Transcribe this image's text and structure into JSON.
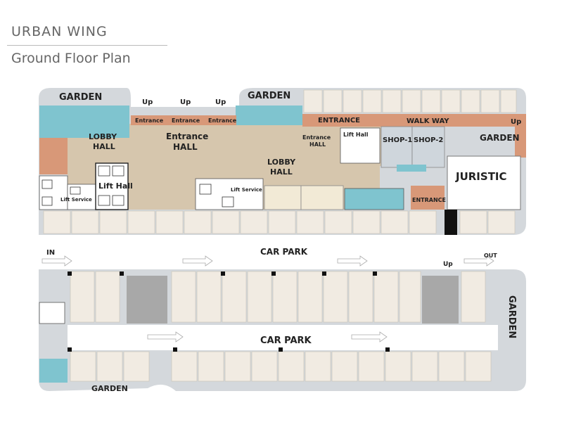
{
  "header": {
    "title": "URBAN WING",
    "subtitle": "Ground Floor Plan"
  },
  "labels": {
    "garden_top_left": "GARDEN",
    "garden_top_mid": "GARDEN",
    "garden_right": "GARDEN",
    "garden_bottom": "GARDEN",
    "garden_vertical": "GARDEN",
    "up_1": "Up",
    "up_2": "Up",
    "up_3": "Up",
    "up_right": "Up",
    "up_ramp": "Up",
    "entrance_1": "Entrance",
    "entrance_2": "Entrance",
    "entrance_3": "Entrance",
    "entrance_main": "ENTRANCE",
    "entrance_lower": "ENTRANCE",
    "walk_way": "WALK WAY",
    "lobby_hall_1_a": "LOBBY",
    "lobby_hall_1_b": "HALL",
    "entrance_hall_a": "Entrance",
    "entrance_hall_b": "HALL",
    "lobby_hall_2_a": "LOBBY",
    "lobby_hall_2_b": "HALL",
    "entrance_hall_small_a": "Entrance",
    "entrance_hall_small_b": "HALL",
    "lift_hall_small": "Lift Hall",
    "lift_hall": "Lift Hall",
    "lift_service_1": "Lift Service",
    "lift_service_2": "Lift Service",
    "shop_1": "SHOP-1",
    "shop_2": "SHOP-2",
    "juristic": "JURISTIC",
    "car_park_top": "CAR PARK",
    "car_park_bottom": "CAR PARK",
    "in": "IN",
    "out": "OUT"
  },
  "colors": {
    "wall": "#d4d8dc",
    "lobby": "#d6c6ad",
    "terracotta": "#d89878",
    "teal": "#7fc4cf",
    "lot": "#f1ebe2",
    "ramp": "#a8a8a8",
    "shop": "#cfd6dc"
  }
}
